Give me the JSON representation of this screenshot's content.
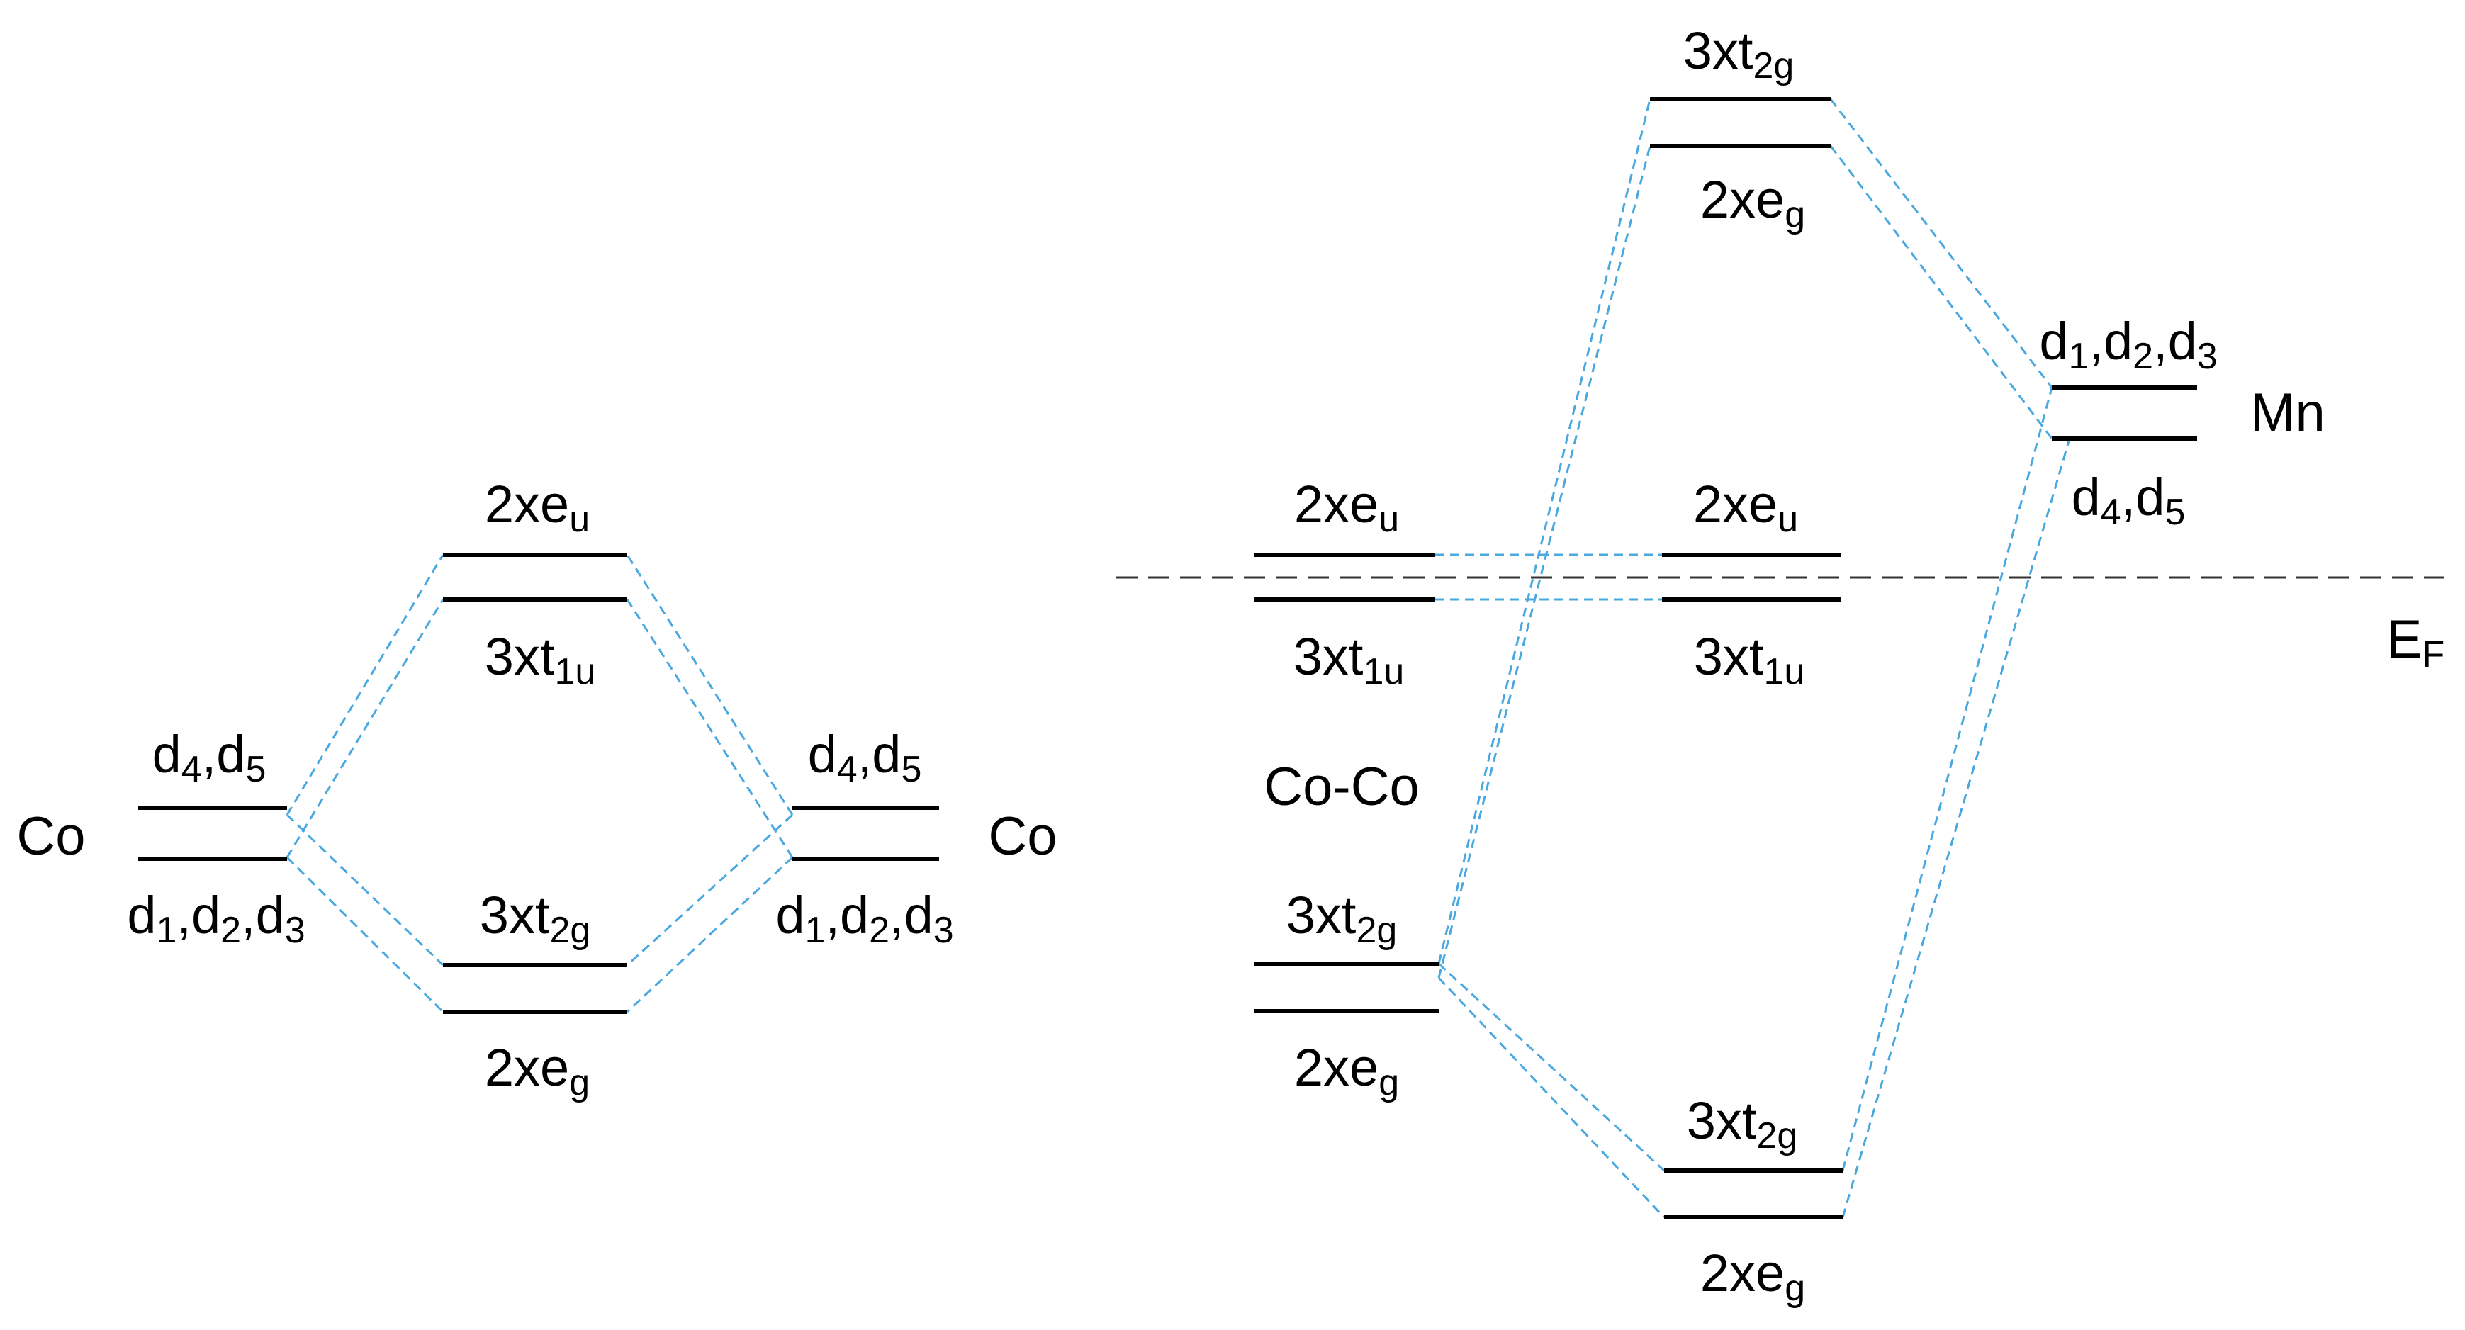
{
  "colors": {
    "level_line": "#000000",
    "correlation_line": "#4aa8e0",
    "fermi_line": "#333333"
  },
  "left_diagram": {
    "atom_left": "Co",
    "atom_right": "Co",
    "left_upper": [
      "d",
      "4",
      ",d",
      "5"
    ],
    "left_lower": [
      "d",
      "1",
      ",d",
      "2",
      ",d",
      "3"
    ],
    "right_upper": [
      "d",
      "4",
      ",d",
      "5"
    ],
    "right_lower": [
      "d",
      "1",
      ",d",
      "2",
      ",d",
      "3"
    ],
    "mid_top_upper": [
      "2xe",
      "u"
    ],
    "mid_top_lower": [
      "3xt",
      "1u"
    ],
    "mid_bottom_upper": [
      "3xt",
      "2g"
    ],
    "mid_bottom_lower": [
      "2xe",
      "g"
    ]
  },
  "right_diagram": {
    "coco_label": "Co-Co",
    "mn_label": "Mn",
    "fermi_label": [
      "E",
      "F"
    ],
    "coco_eu": [
      "2xe",
      "u"
    ],
    "coco_t1u": [
      "3xt",
      "1u"
    ],
    "coco_t2g": [
      "3xt",
      "2g"
    ],
    "coco_eg": [
      "2xe",
      "g"
    ],
    "mid_eu": [
      "2xe",
      "u"
    ],
    "mid_t1u": [
      "3xt",
      "1u"
    ],
    "top_t2g": [
      "3xt",
      "2g"
    ],
    "top_eg": [
      "2xe",
      "g"
    ],
    "bottom_t2g": [
      "3xt",
      "2g"
    ],
    "bottom_eg": [
      "2xe",
      "g"
    ],
    "mn_upper": [
      "d",
      "1",
      ",d",
      "2",
      ",d",
      "3"
    ],
    "mn_lower": [
      "d",
      "4",
      ",d",
      "5"
    ]
  }
}
